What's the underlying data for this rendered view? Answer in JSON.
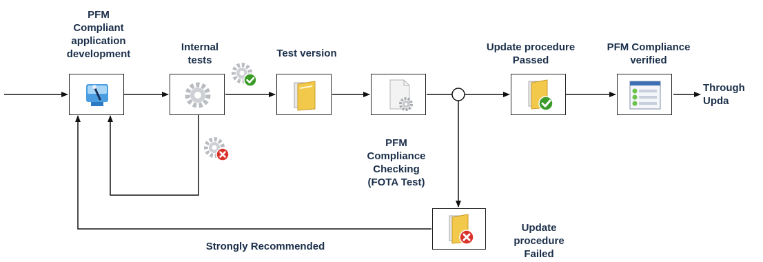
{
  "labels": {
    "dev": "PFM\nCompliant\napplication\ndevelopment",
    "internal": "Internal\ntests",
    "test_version": "Test version",
    "checking": "PFM\nCompliance\nChecking\n(FOTA Test)",
    "update_passed": "Update procedure\nPassed",
    "verified": "PFM Compliance\nverified",
    "through": "Through\nUpda",
    "update_failed": "Update\nprocedure\nFailed",
    "recommended": "Strongly Recommended"
  },
  "icons": {
    "dev": "app-development-icon",
    "internal": "gear-icon",
    "test_version": "folder-icon",
    "checking": "document-gear-icon",
    "passed": "folder-check-icon",
    "verified": "checklist-window-icon",
    "failed": "folder-error-icon"
  },
  "colors": {
    "label": "#1b2f4a",
    "check": "#3a9b28",
    "error": "#d9332b",
    "folder": "#f2c94a"
  }
}
